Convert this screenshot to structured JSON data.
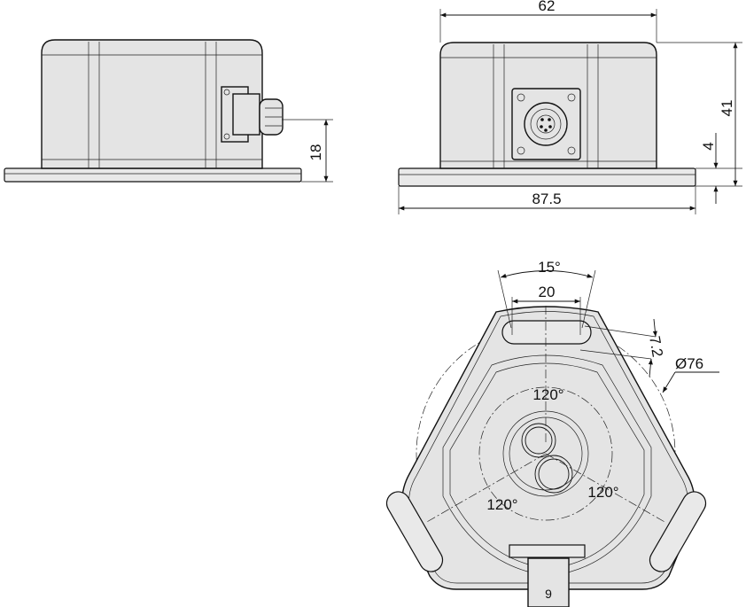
{
  "drawing": {
    "side_view": {
      "dimensions": {
        "connector_height": "18"
      }
    },
    "front_view": {
      "dimensions": {
        "body_width": "62",
        "overall_height": "41",
        "flange_thickness": "4",
        "flange_length": "87.5"
      }
    },
    "bottom_view": {
      "dimensions": {
        "slot_angle": "15°",
        "slot_width": "20",
        "slot_radial": "7.2",
        "bolt_circle_diameter": "Ø76",
        "angle_top": "120°",
        "angle_right": "120°",
        "angle_left": "120°"
      }
    }
  }
}
